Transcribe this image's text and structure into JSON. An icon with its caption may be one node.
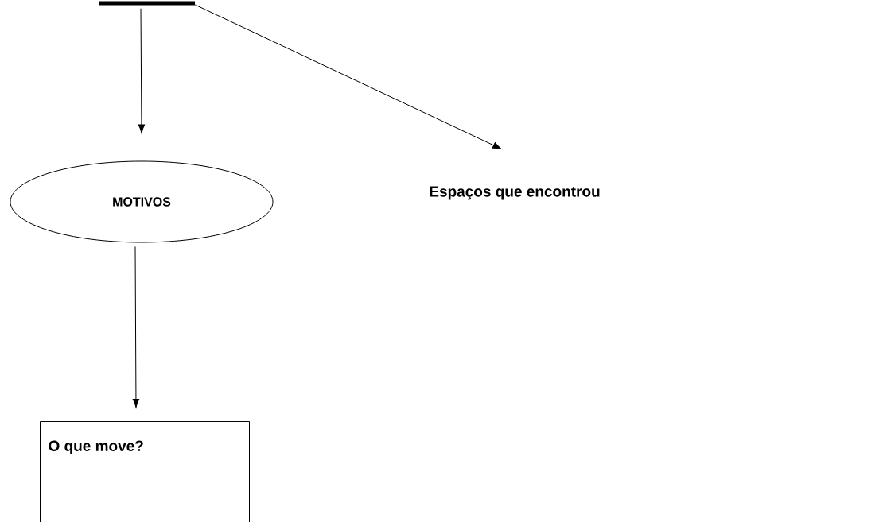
{
  "diagram": {
    "nodes": [
      {
        "text": [],
        "shape": "bar"
      },
      {
        "text": [
          "MOTIVOS"
        ]
      },
      {
        "text": [
          "Espaços que encontrou"
        ]
      },
      {
        "text": [
          "O que move?"
        ]
      }
    ],
    "edges": [
      {
        "from": 0,
        "to": 1,
        "arrow": "to"
      },
      {
        "from": 0,
        "to": 2,
        "arrow": "to"
      },
      {
        "from": 1,
        "to": 3,
        "arrow": "to"
      }
    ]
  }
}
